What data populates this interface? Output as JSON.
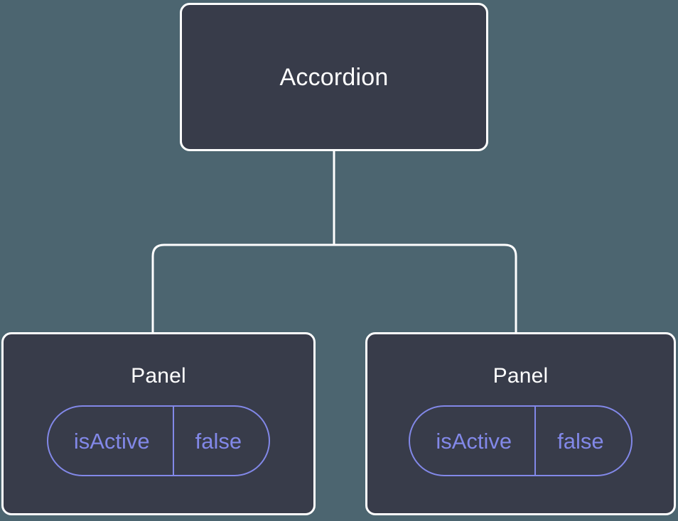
{
  "diagram": {
    "type": "component-tree",
    "background_color": "#4c6570",
    "node_fill_color": "#383c4a",
    "node_border_color": "#ffffff",
    "edge_color": "#ffffff",
    "title_text_color": "#ffffff",
    "pill_color": "#8288e8",
    "nodes": [
      {
        "id": "accordion",
        "title": "Accordion",
        "state": null
      },
      {
        "id": "panel-left",
        "title": "Panel",
        "state": {
          "key": "isActive",
          "value": "false"
        }
      },
      {
        "id": "panel-right",
        "title": "Panel",
        "state": {
          "key": "isActive",
          "value": "false"
        }
      }
    ],
    "edges": [
      {
        "from": "accordion",
        "to": "panel-left"
      },
      {
        "from": "accordion",
        "to": "panel-right"
      }
    ]
  }
}
